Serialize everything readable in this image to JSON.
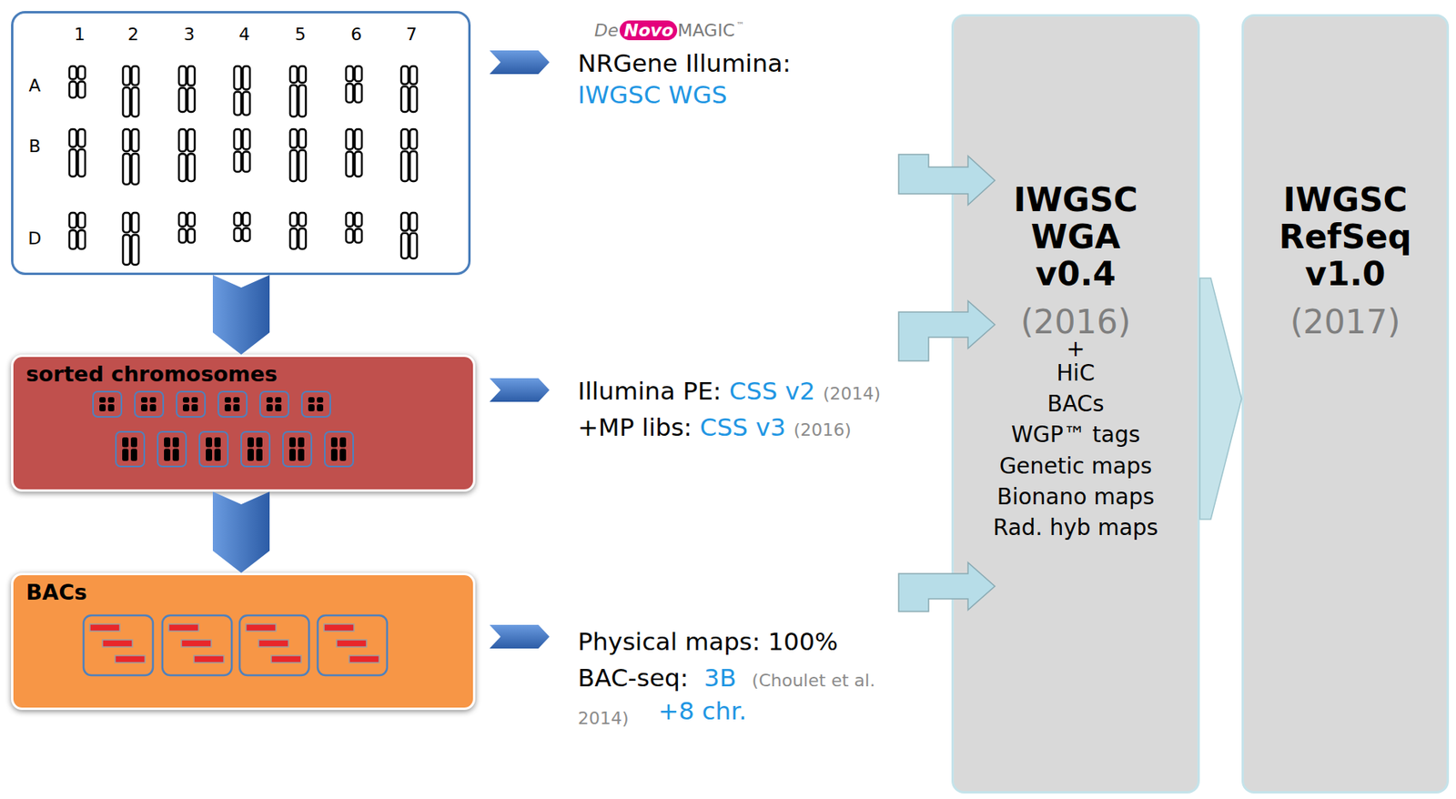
{
  "diagram": {
    "nodes": [
      {
        "text": [
          "1",
          "2",
          "3",
          "4",
          "5",
          "6",
          "7",
          "A",
          "B",
          "D"
        ]
      },
      {
        "text": [
          "sorted chromosomes"
        ]
      },
      {
        "text": [
          "BACs"
        ]
      },
      {
        "text": [
          "IWGSC WGA v0.4",
          "(2016)",
          "+",
          "HiC",
          "BACs",
          "WGP™ tags",
          "Genetic maps",
          "Bionano maps",
          "Rad. hyb maps"
        ]
      },
      {
        "text": [
          "IWGSC RefSeq v1.0",
          "(2017)"
        ]
      }
    ],
    "edges": [
      {
        "from": 0,
        "to": 1,
        "arrow": "to"
      },
      {
        "from": 1,
        "to": 2,
        "arrow": "to"
      },
      {
        "from": 3,
        "to": 4,
        "arrow": "to"
      }
    ],
    "labels": [
      "De",
      "Novo",
      "MAGIC",
      "™",
      "NRGene Illumina:",
      "IWGSC WGS",
      "Illumina PE:",
      "CSS v2",
      "(2014)",
      "+MP libs:",
      "CSS v3",
      "(2016)",
      "Physical maps: 100%",
      "BAC-seq:",
      "3B",
      "(Choulet et al. 2014)",
      "+8 chr."
    ]
  }
}
